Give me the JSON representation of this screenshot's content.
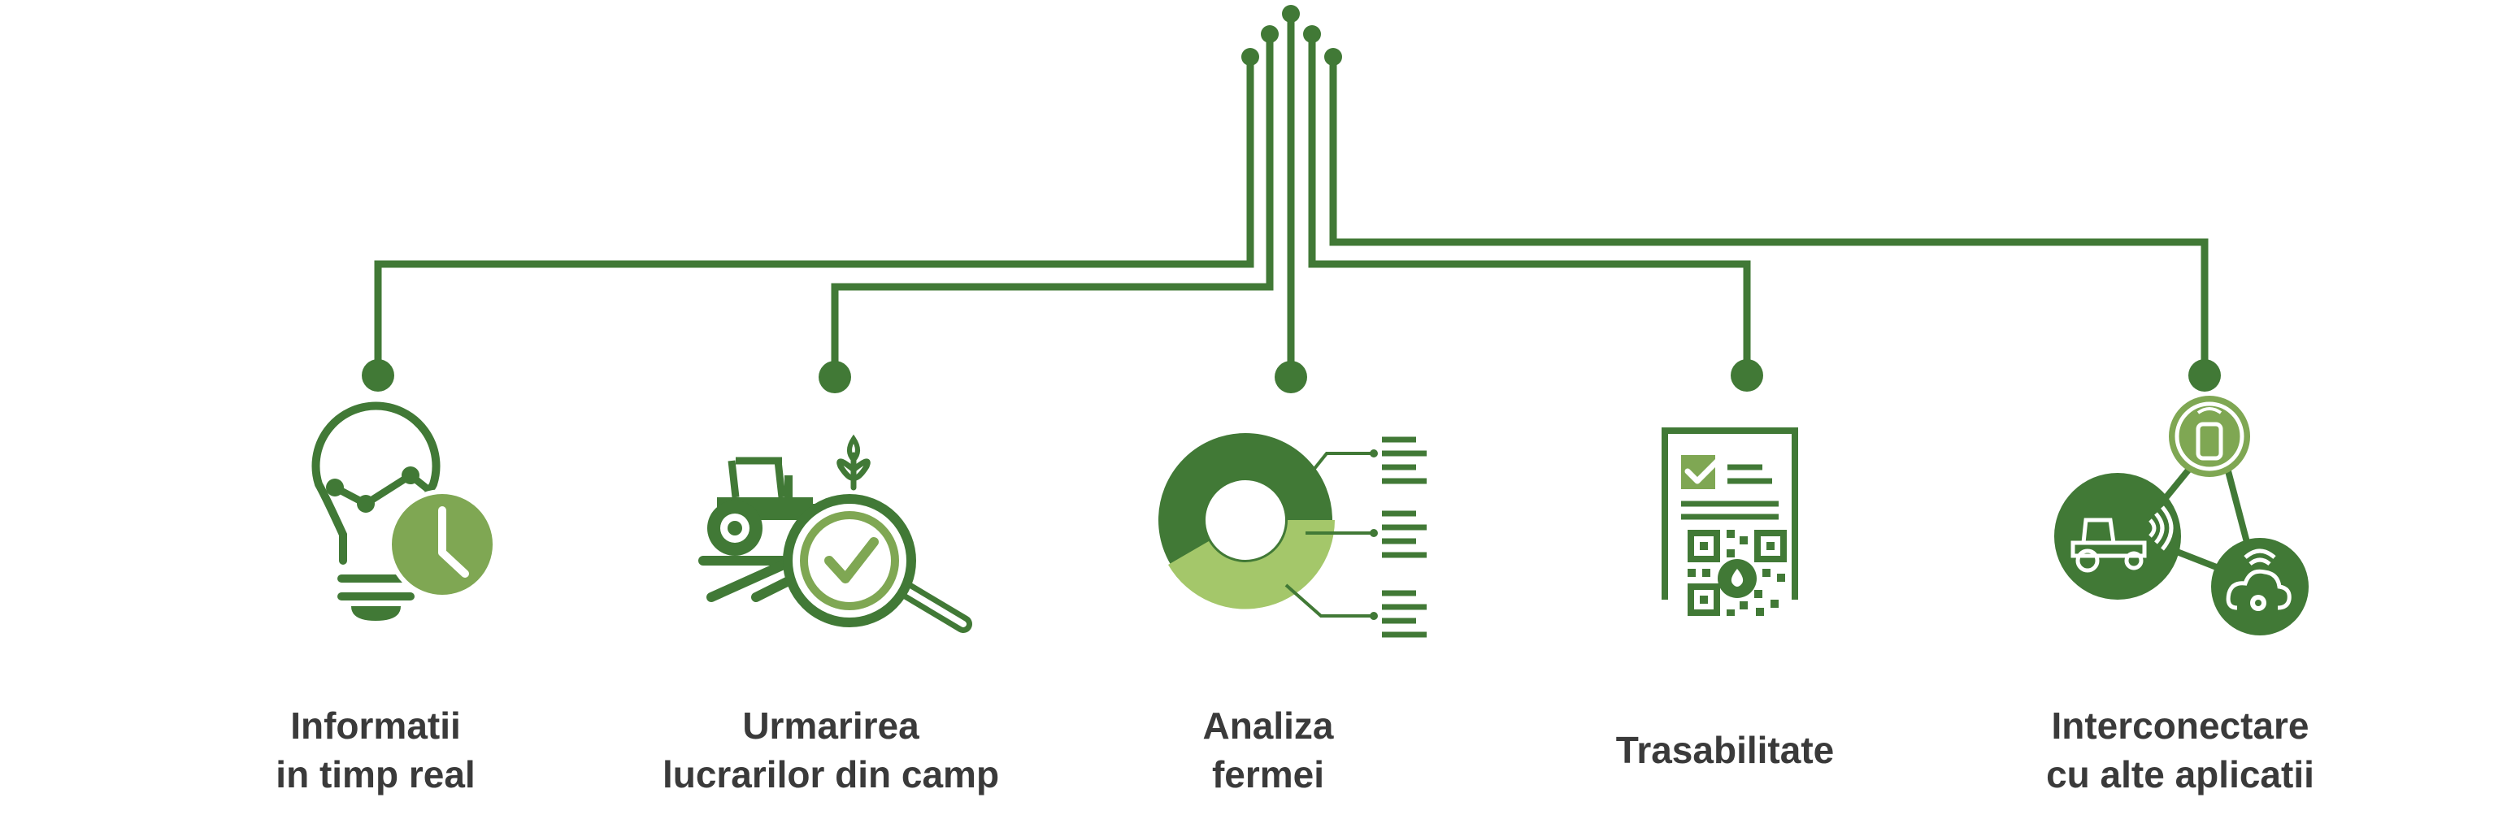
{
  "colors": {
    "dark_green": "#417936",
    "mid_green": "#7fa753",
    "light_green": "#a4c76a",
    "text": "#3a3a3a",
    "background": "#ffffff"
  },
  "features": [
    {
      "id": "informatii",
      "icon": "lightbulb-clock-icon",
      "label_lines": [
        "Informatii",
        "in timp real"
      ]
    },
    {
      "id": "urmarirea",
      "icon": "tractor-magnifier-icon",
      "label_lines": [
        "Urmarirea",
        "lucrarilor din camp"
      ]
    },
    {
      "id": "analiza",
      "icon": "donut-chart-icon",
      "label_lines": [
        "Analiza",
        "fermei"
      ]
    },
    {
      "id": "trasabilitate",
      "icon": "document-qr-icon",
      "label_lines": [
        "Trasabilitate"
      ]
    },
    {
      "id": "interconectare",
      "icon": "connected-apps-icon",
      "label_lines": [
        "Interconectare",
        "cu alte aplicatii"
      ]
    }
  ]
}
